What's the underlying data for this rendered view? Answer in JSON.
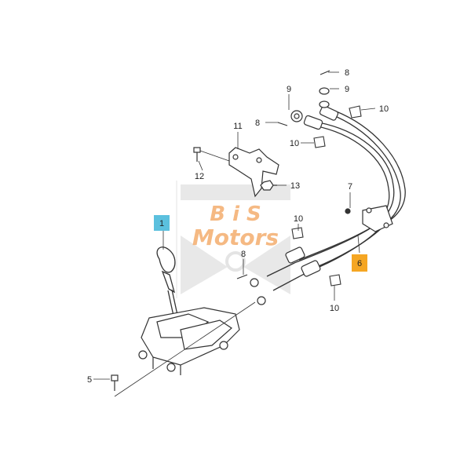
{
  "watermark": {
    "line1": "B i S",
    "line2": "Motors",
    "color": "#f2a25a"
  },
  "callouts": {
    "part_1": "1",
    "part_6": "6",
    "part_1_color": "#5bc0de",
    "part_6_color": "#f5a623"
  },
  "labels": {
    "l5": "5",
    "l7": "7",
    "l8a": "8",
    "l8b": "8",
    "l8c": "8",
    "l9a": "9",
    "l9b": "9",
    "l10a": "10",
    "l10b": "10",
    "l10c": "10",
    "l10d": "10",
    "l11": "11",
    "l12": "12",
    "l13": "13"
  }
}
